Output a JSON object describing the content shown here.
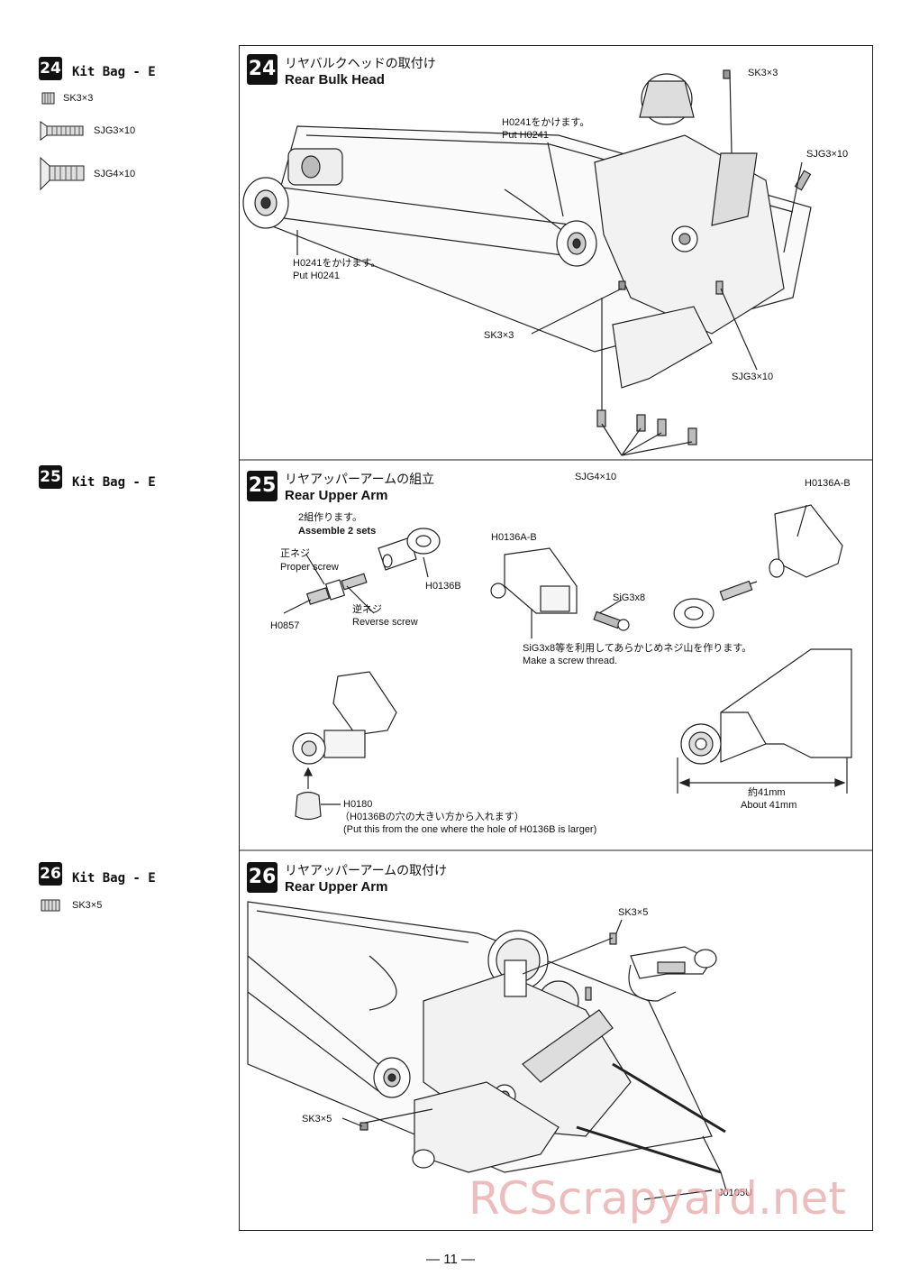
{
  "sidebar": {
    "steps": [
      {
        "num": "24",
        "kit": "Kit Bag - E",
        "parts": [
          "SK3×3",
          "SJG3×10",
          "SJG4×10"
        ]
      },
      {
        "num": "25",
        "kit": "Kit Bag - E",
        "parts": []
      },
      {
        "num": "26",
        "kit": "Kit Bag - E",
        "parts": [
          "SK3×5"
        ]
      }
    ]
  },
  "step24": {
    "num": "24",
    "title_jp": "リヤバルクヘッドの取付け",
    "title_en": "Rear Bulk Head",
    "labels": {
      "h0241_top_jp": "H0241をかけます。",
      "h0241_top_en": "Put H0241",
      "h0241_left_jp": "H0241をかけます。",
      "h0241_left_en": "Put H0241",
      "sk33_top": "SK3×3",
      "sk33_mid": "SK3×3",
      "sjg310_right": "SJG3×10",
      "sjg310_low": "SJG3×10",
      "sjg410": "SJG4×10"
    }
  },
  "step25": {
    "num": "25",
    "title_jp": "リヤアッパーアームの組立",
    "title_en": "Rear Upper Arm",
    "labels": {
      "sets_jp": "2組作ります。",
      "sets_en": "Assemble 2 sets",
      "proper_jp": "正ネジ",
      "proper_en": "Proper screw",
      "h0136b": "H0136B",
      "reverse_jp": "逆ネジ",
      "reverse_en": "Reverse screw",
      "h0857": "H0857",
      "h0136ab_mid": "H0136A-B",
      "sig38": "SiG3x8",
      "h0136ab_right": "H0136A-B",
      "thread_jp": "SiG3x8等を利用してあらかじめネジ山を作ります。",
      "thread_en": "Make a screw thread.",
      "h0180": "H0180",
      "h0180_note_jp": "（H0136Bの穴の大きい方から入れます）",
      "h0180_note_en": "(Put this from the one where the hole of H0136B is larger)",
      "about_jp": "約41mm",
      "about_en": "About 41mm"
    }
  },
  "step26": {
    "num": "26",
    "title_jp": "リヤアッパーアームの取付け",
    "title_en": "Rear Upper Arm",
    "labels": {
      "sk35_top": "SK3×5",
      "sk35_left": "SK3×5",
      "j0105u": "J0105U"
    }
  },
  "footer": {
    "page": "— 11 —"
  },
  "watermark": "RCScrapyard.net"
}
